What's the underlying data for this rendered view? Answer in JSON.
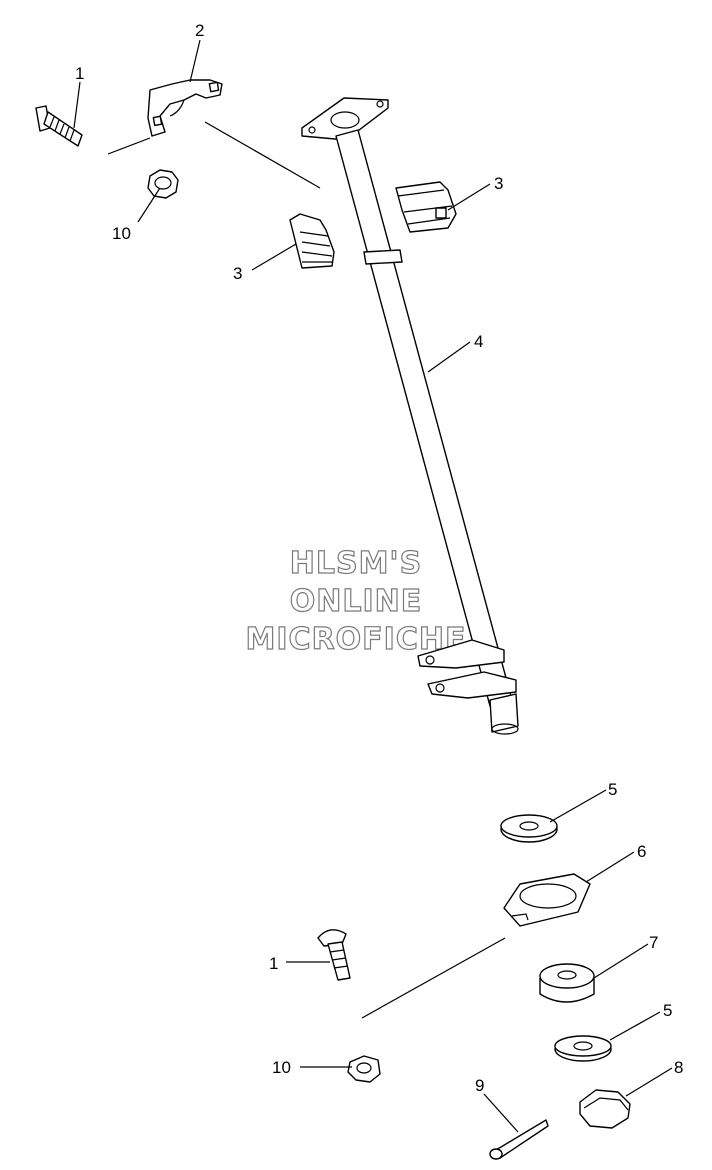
{
  "watermark": {
    "line1": "HLSM'S",
    "line2": "ONLINE",
    "line3": "MICROFICHE"
  },
  "callouts": {
    "c1_top": "1",
    "c2": "2",
    "c3_right": "3",
    "c3_left": "3",
    "c4": "4",
    "c10_top": "10",
    "c5_top": "5",
    "c6": "6",
    "c7": "7",
    "c5_bottom": "5",
    "c8": "8",
    "c9": "9",
    "c1_bottom": "1",
    "c10_bottom": "10"
  }
}
